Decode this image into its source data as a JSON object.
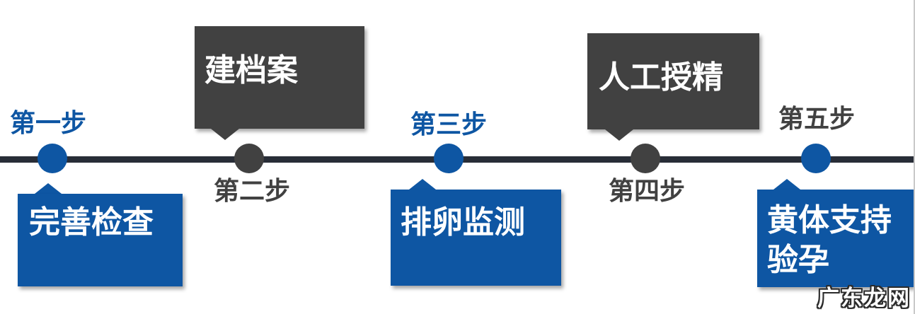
{
  "colors": {
    "accent_blue": "#0E56A3",
    "dark_gray": "#414141",
    "axis_line": "#282D37",
    "box_text": "#FFFFFF"
  },
  "timeline": {
    "steps": [
      {
        "label": "第一步",
        "title": "完善检查",
        "callout_position": "below",
        "color": "blue"
      },
      {
        "label": "第二步",
        "title": "建档案",
        "callout_position": "above",
        "color": "dark"
      },
      {
        "label": "第三步",
        "title": "排卵监测",
        "callout_position": "below",
        "color": "blue"
      },
      {
        "label": "第四步",
        "title": "人工授精",
        "callout_position": "above",
        "color": "dark"
      },
      {
        "label": "第五步",
        "title_line1": "黄体支持",
        "title_line2": "验孕",
        "callout_position": "below",
        "color": "blue"
      }
    ]
  },
  "watermark": {
    "text": "广东龙网"
  }
}
